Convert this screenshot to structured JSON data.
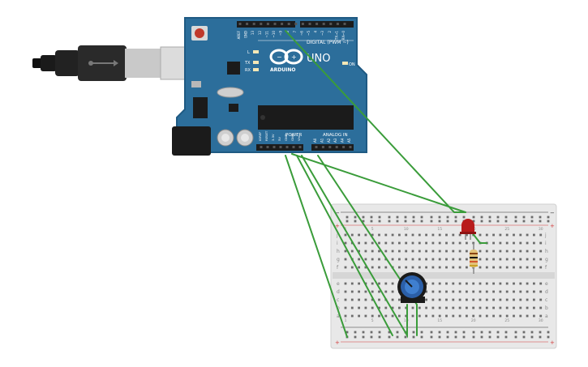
{
  "arduino": {
    "brand": "ARDUINO",
    "model": "UNO",
    "digital_header_label": "DIGITAL (PWM ~)",
    "power_header_label": "POWER",
    "analog_header_label": "ANALOG IN",
    "on_led_label": "ON",
    "l_led_label": "L",
    "tx_label": "TX",
    "rx_label": "RX",
    "digital_pins": [
      "AREF",
      "GND",
      "13",
      "12",
      "~11",
      "~10",
      "~9",
      "8",
      "7",
      "~6",
      "~5",
      "4",
      "~3",
      "2",
      "TX→1",
      "RX←0"
    ],
    "power_pins": [
      "IOREF",
      "RESET",
      "3.3V",
      "5V",
      "GND",
      "GND",
      "Vin"
    ],
    "analog_pins": [
      "A0",
      "A1",
      "A2",
      "A3",
      "A4",
      "A5"
    ],
    "colors": {
      "board": "#2c6e9b",
      "board_edge": "#1f5a83",
      "header": "#1c1c1c",
      "chip": "#1b1b1b"
    }
  },
  "breadboard": {
    "top_row_letters": [
      "j",
      "i",
      "h",
      "g",
      "f"
    ],
    "bottom_row_letters": [
      "e",
      "d",
      "c",
      "b",
      "a"
    ],
    "rail_plus": "+",
    "rail_minus": "−",
    "column_numbers": [
      "1",
      "5",
      "10",
      "15",
      "20",
      "25",
      "30"
    ],
    "colors": {
      "body": "#e8e8e8",
      "rail_red": "#d33b3b",
      "rail_dark": "#333333"
    }
  },
  "wires": {
    "color": "#3a9c3a"
  },
  "led": {
    "color": "#b81c1c"
  },
  "potentiometer": {
    "color": "#2b5fa8"
  }
}
